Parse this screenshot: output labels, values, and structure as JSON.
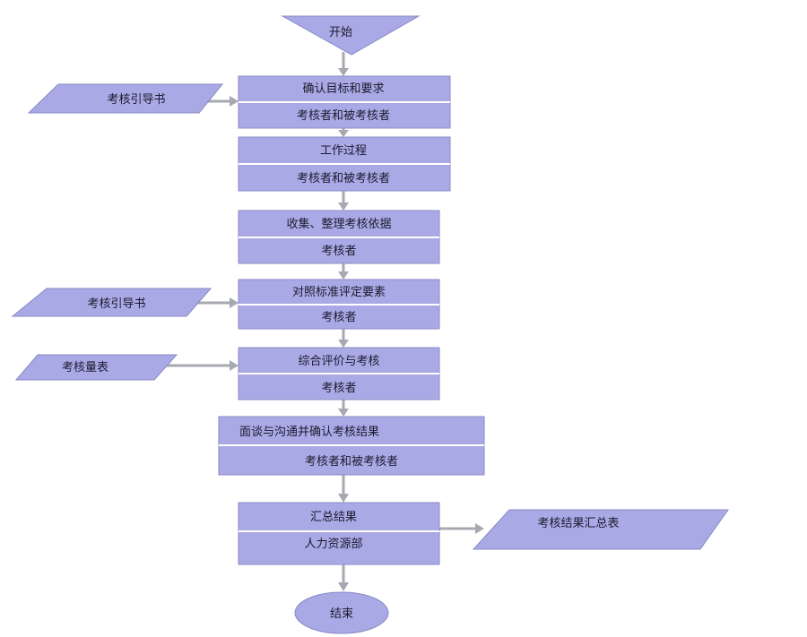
{
  "start": "开始",
  "steps": [
    {
      "title": "确认目标和要求",
      "actor": "考核者和被考核者"
    },
    {
      "title": "工作过程",
      "actor": "考核者和被考核者"
    },
    {
      "title": "收集、整理考核依据",
      "actor": "考核者"
    },
    {
      "title": "对照标准评定要素",
      "actor": "考核者"
    },
    {
      "title": "综合评价与考核",
      "actor": "考核者"
    },
    {
      "title": "面谈与沟通并确认考核结果",
      "actor": "考核者和被考核者"
    },
    {
      "title": "汇总结果",
      "actor": "人力资源部"
    }
  ],
  "inputs": {
    "guide_1": "考核引导书",
    "guide_2": "考核引导书",
    "scale": "考核量表"
  },
  "output": "考核结果汇总表",
  "end": "结束",
  "colors": {
    "shape_fill": "#a9a9e6",
    "shape_stroke": "#8a8ac4",
    "connector": "#a8a8b0"
  }
}
